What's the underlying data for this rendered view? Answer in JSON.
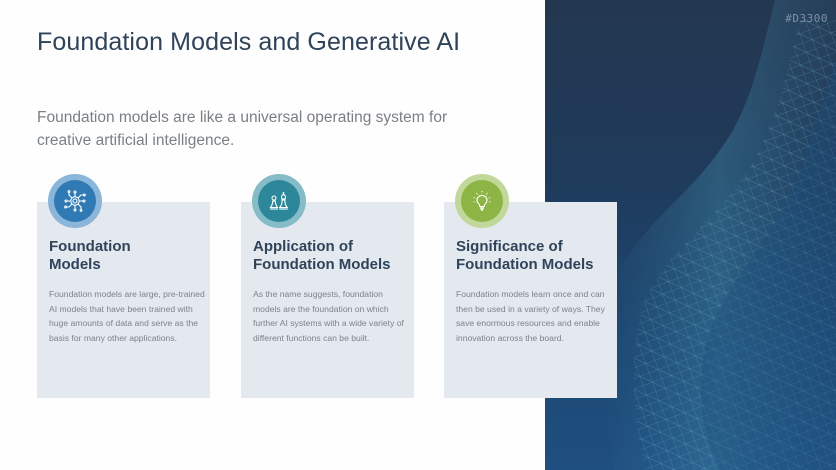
{
  "watermark": "#D3300",
  "title": "Foundation Models and Generative AI",
  "subtitle": "Foundation models are like a universal operating system for creative artificial intelligence.",
  "cards": [
    {
      "icon": "circuit-chip-icon",
      "color": "#2f79b5",
      "heading_line1": "Foundation",
      "heading_line2": "Models",
      "body": "Foundation models are large, pre-trained AI models that have been trained with huge amounts of data and serve as the basis for many other applications."
    },
    {
      "icon": "chess-pieces-icon",
      "color": "#2d879a",
      "heading_line1": "Application of",
      "heading_line2": "Foundation Models",
      "body": "As the name suggests, foundation models are the foundation on which further AI systems with a wide variety of different functions can be built."
    },
    {
      "icon": "lightbulb-icon",
      "color": "#8db545",
      "heading_line1": "Significance of",
      "heading_line2": "Foundation Models",
      "body": "Foundation models learn once and can then be used in a variety of ways. They save enormous resources and enable innovation across the board."
    }
  ],
  "colors": {
    "title": "#2f435a",
    "card_bg": "#e4e9f0",
    "panel_dark": "#243750",
    "panel_blue": "#1f4f80"
  }
}
